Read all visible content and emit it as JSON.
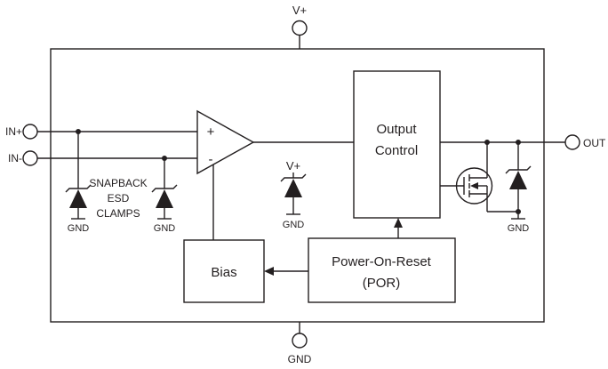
{
  "pins": {
    "vplus": "V+",
    "gnd": "GND",
    "in_plus": "IN+",
    "in_minus": "IN-",
    "out": "OUT"
  },
  "comparator": {
    "plus_input": "+",
    "minus_input": "-"
  },
  "blocks": {
    "output_control": [
      "Output",
      "Control"
    ],
    "bias": "Bias",
    "por": [
      "Power-On-Reset",
      "(POR)"
    ]
  },
  "annotations": {
    "snapback_esd": [
      "SNAPBACK",
      "ESD",
      "CLAMPS"
    ],
    "internal_vplus": "V+",
    "gnd_labels": {
      "esd_left": "GND",
      "esd_right": "GND",
      "center_clamp": "GND",
      "output_clamp": "GND"
    }
  },
  "colors": {
    "stroke": "#231f20",
    "background": "#ffffff"
  }
}
